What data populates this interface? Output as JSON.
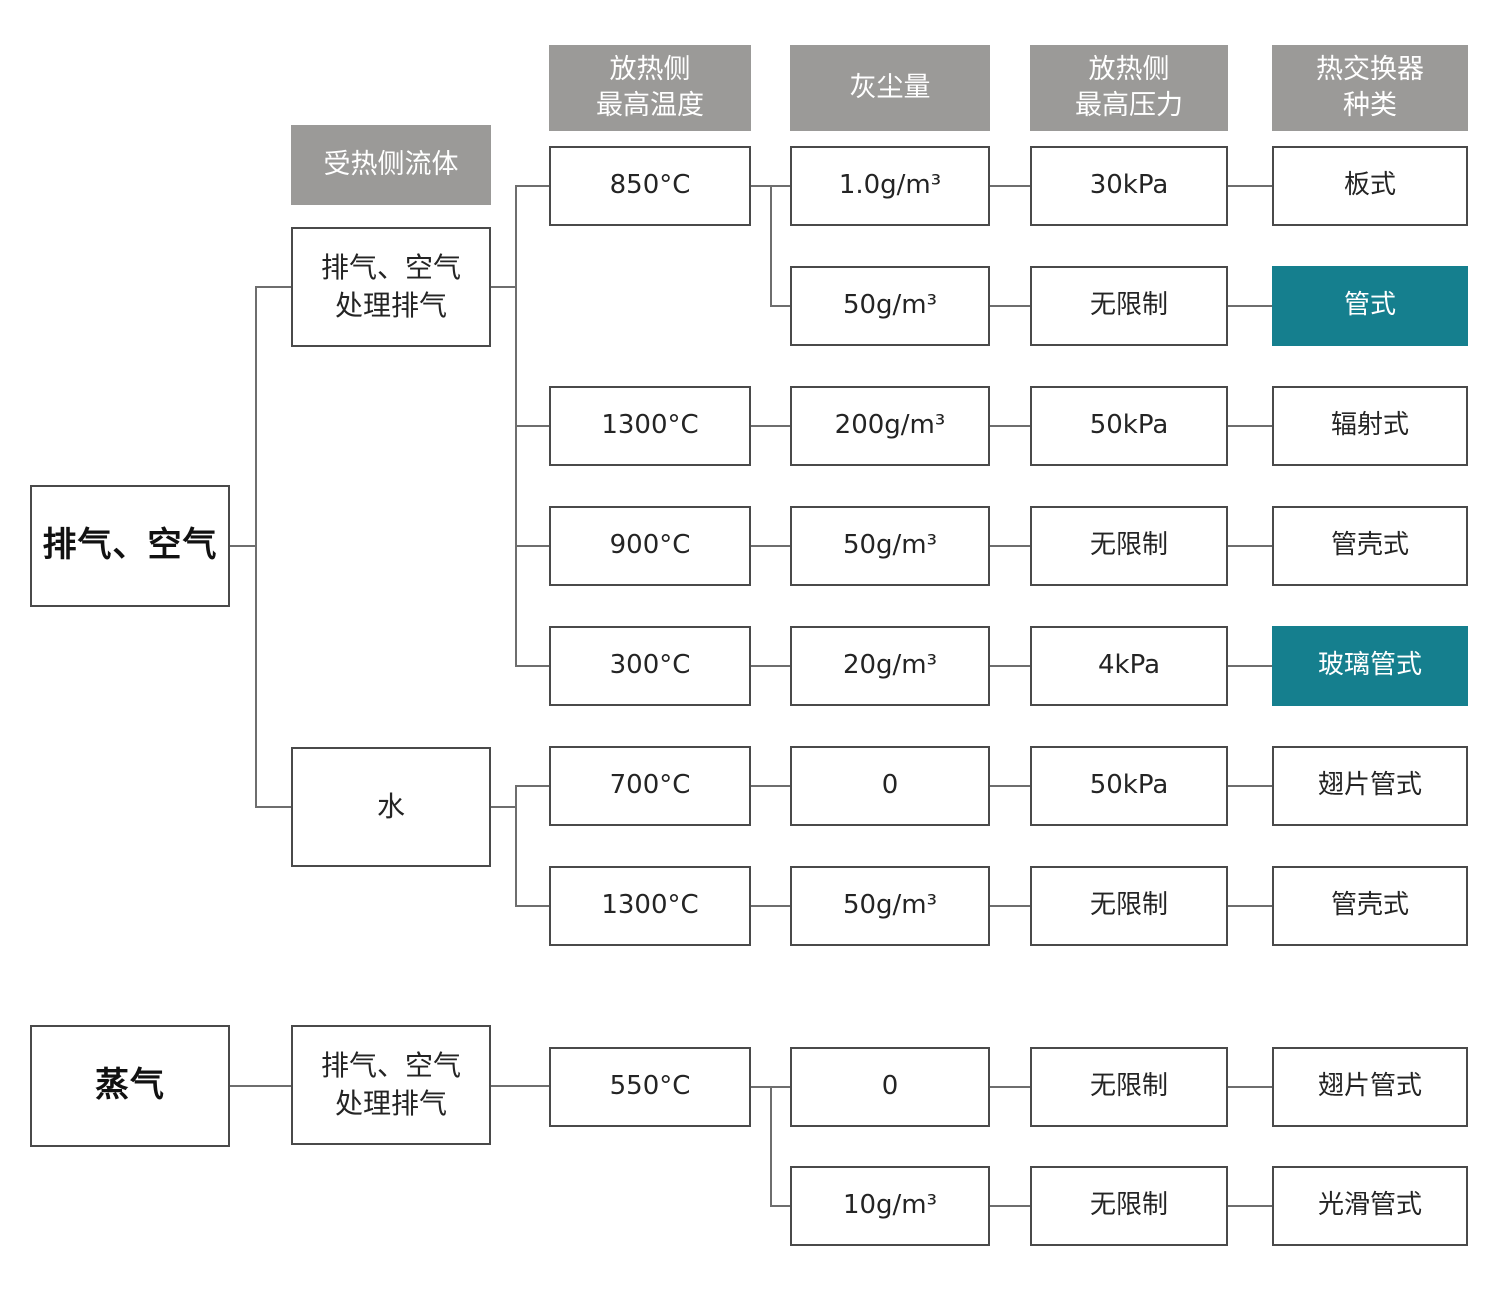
{
  "colors": {
    "highlight_teal": "#157F8E",
    "header_gray": "#9B9A98",
    "box_border": "#4A4A4A",
    "connector_gray": "#6E6E6E",
    "text_dark": "#242424",
    "background": "#FFFFFF"
  },
  "column_headers": {
    "heated_side_fluid": "受热侧流体",
    "release_side_max_temp": "放热侧\n最高温度",
    "dust_amount": "灰尘量",
    "release_side_max_pressure": "放热侧\n最高压力",
    "exchanger_type": "热交换器\n种类"
  },
  "sections": [
    {
      "source": "排气、空气",
      "branches": [
        {
          "fluid": "排气、空气\n处理排气",
          "temps": [
            {
              "temp": "850°C",
              "rows": [
                {
                  "dust": "1.0g/m³",
                  "pressure": "30kPa",
                  "type": "板式",
                  "highlight": false
                },
                {
                  "dust": "50g/m³",
                  "pressure": "无限制",
                  "type": "管式",
                  "highlight": true
                }
              ]
            },
            {
              "temp": "1300°C",
              "rows": [
                {
                  "dust": "200g/m³",
                  "pressure": "50kPa",
                  "type": "辐射式",
                  "highlight": false
                }
              ]
            },
            {
              "temp": "900°C",
              "rows": [
                {
                  "dust": "50g/m³",
                  "pressure": "无限制",
                  "type": "管壳式",
                  "highlight": false
                }
              ]
            },
            {
              "temp": "300°C",
              "rows": [
                {
                  "dust": "20g/m³",
                  "pressure": "4kPa",
                  "type": "玻璃管式",
                  "highlight": true
                }
              ]
            }
          ]
        },
        {
          "fluid": "水",
          "temps": [
            {
              "temp": "700°C",
              "rows": [
                {
                  "dust": "0",
                  "pressure": "50kPa",
                  "type": "翅片管式",
                  "highlight": false
                }
              ]
            },
            {
              "temp": "1300°C",
              "rows": [
                {
                  "dust": "50g/m³",
                  "pressure": "无限制",
                  "type": "管壳式",
                  "highlight": false
                }
              ]
            }
          ]
        }
      ]
    },
    {
      "source": "蒸气",
      "branches": [
        {
          "fluid": "排气、空气\n处理排气",
          "temps": [
            {
              "temp": "550°C",
              "rows": [
                {
                  "dust": "0",
                  "pressure": "无限制",
                  "type": "翅片管式",
                  "highlight": false
                },
                {
                  "dust": "10g/m³",
                  "pressure": "无限制",
                  "type": "光滑管式",
                  "highlight": false
                }
              ]
            }
          ]
        }
      ]
    }
  ]
}
